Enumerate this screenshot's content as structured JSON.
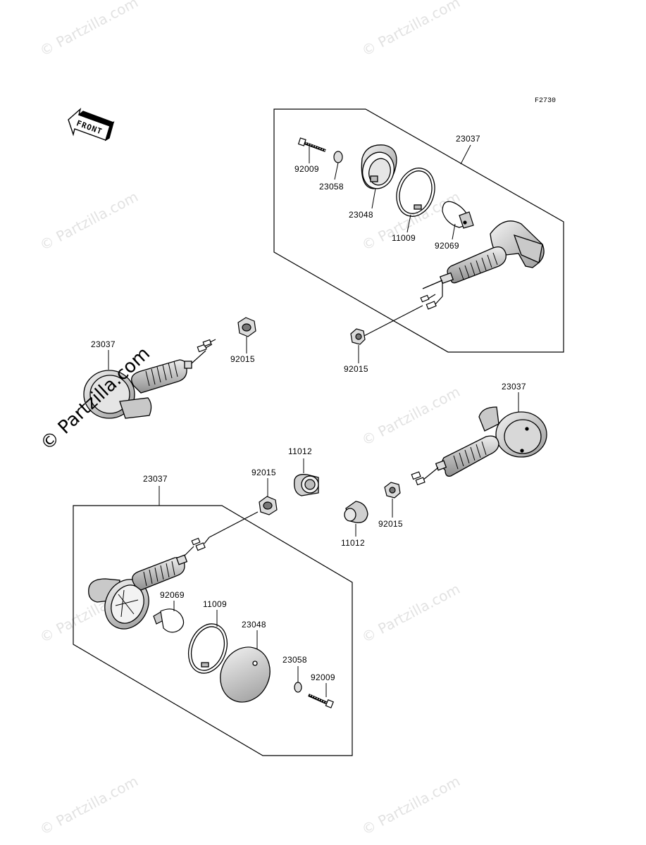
{
  "figure_code": "F2730",
  "front_label": "FRONT",
  "watermark": "© Partzilla.com",
  "callouts": {
    "tr_assembly": "23037",
    "tr_bolt": "92009",
    "tr_washer": "23058",
    "tr_lens": "23048",
    "tr_gasket": "11009",
    "tr_bulb": "92069",
    "tr_nut": "92015",
    "tl_assembly": "23037",
    "tl_nut": "92015",
    "r_assembly": "23037",
    "r_nut": "92015",
    "spacer_top": "11012",
    "spacer_bottom": "11012",
    "bl_assembly": "23037",
    "bl_nut": "92015",
    "bl_bulb": "92069",
    "bl_gasket": "11009",
    "bl_lens": "23048",
    "bl_washer": "23058",
    "bl_bolt": "92009"
  }
}
